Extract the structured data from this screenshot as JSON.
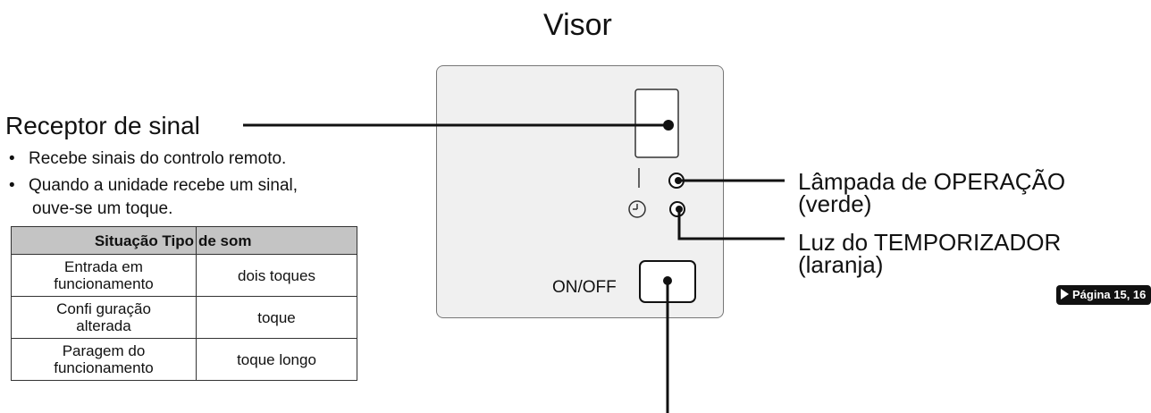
{
  "title": "Visor",
  "receiver": {
    "label": "Receptor de sinal",
    "bullet_symbol": "•",
    "bullets": [
      "Recebe sinais do controlo remoto.",
      "Quando a unidade recebe um sinal,",
      "ouve-se um toque."
    ]
  },
  "sound_table": {
    "headers": [
      "Situação Tipo",
      "de som"
    ],
    "rows": [
      {
        "situation": [
          "Entrada em",
          "funcionamento"
        ],
        "sound": "dois toques"
      },
      {
        "situation": [
          "Confi guração",
          "alterada"
        ],
        "sound": "toque"
      },
      {
        "situation": [
          "Paragem do",
          "funcionamento"
        ],
        "sound": "toque longo"
      }
    ]
  },
  "operation_lamp": {
    "line1": "Lâmpada de OPERAÇÃO",
    "line2": "(verde)"
  },
  "timer_lamp": {
    "line1": "Luz do TEMPORIZADOR",
    "line2": "(laranja)"
  },
  "onoff_button": {
    "label": "ON/OFF"
  },
  "page_reference": "Página 15, 16",
  "icons": {
    "operation": "lamp-icon",
    "timer": "clock-icon",
    "page_ref": "triangle-right-icon"
  },
  "colors": {
    "panel_bg": "#f0f0f0",
    "table_header_bg": "#c4c4c4",
    "line": "#111111"
  }
}
